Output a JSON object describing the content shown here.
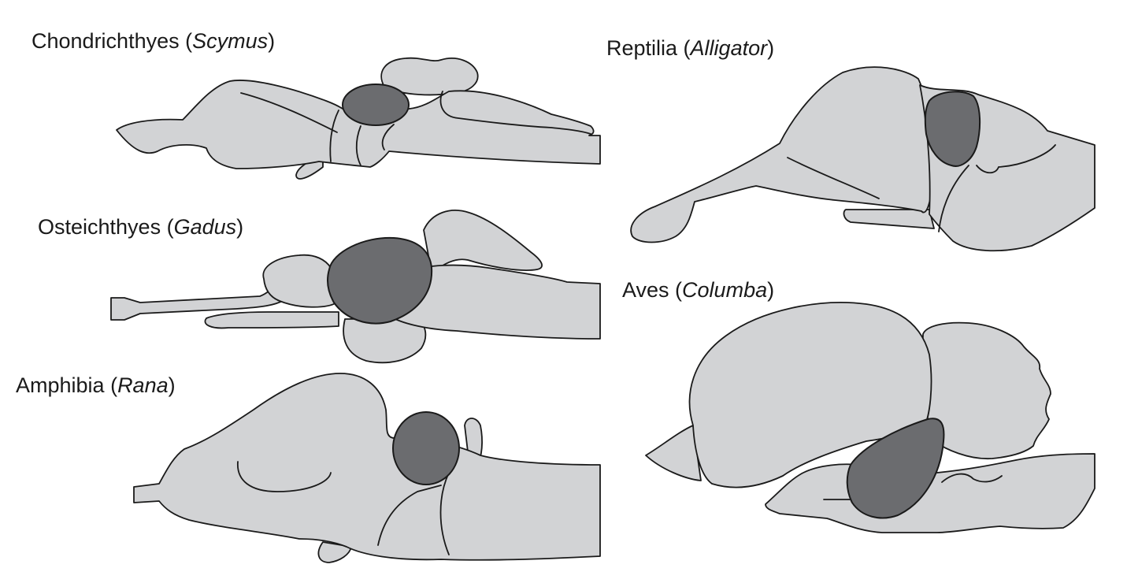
{
  "colors": {
    "brain_tissue": "#d2d3d5",
    "optic_tectum": "#6b6c6f",
    "outline": "#1a1a1a",
    "background": "#ffffff"
  },
  "panels": {
    "chondrichthyes": {
      "group": "Chondrichthyes",
      "open": " (",
      "genus": "Scymus",
      "close": ")"
    },
    "osteichthyes": {
      "group": "Osteichthyes",
      "open": " (",
      "genus": "Gadus",
      "close": ")"
    },
    "amphibia": {
      "group": "Amphibia",
      "open": " (",
      "genus": "Rana",
      "close": ")"
    },
    "reptilia": {
      "group": "Reptilia",
      "open": " (",
      "genus": "Alligator",
      "close": ")"
    },
    "aves": {
      "group": "Aves",
      "open": " (",
      "genus": "Columba",
      "close": ")"
    }
  }
}
